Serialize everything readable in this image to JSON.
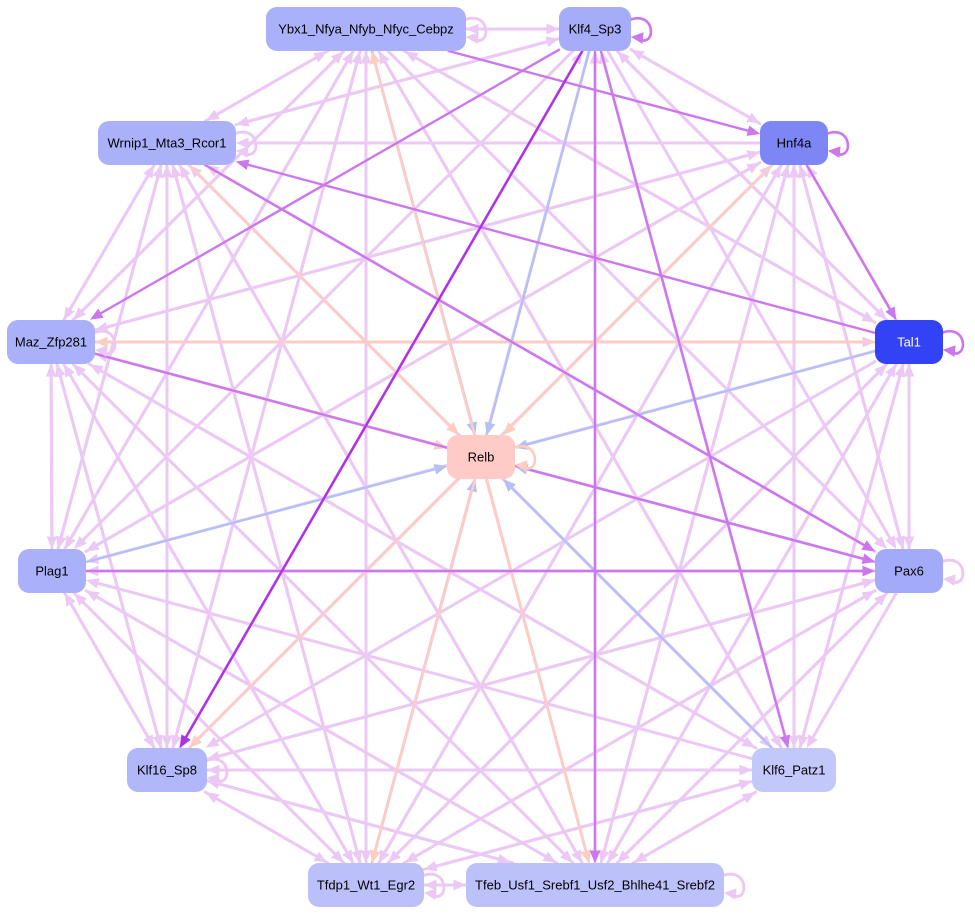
{
  "colors": {
    "background": "#ffffff",
    "edge_default": "#ecc9f5",
    "edge_strong": "#cc77ee",
    "edge_strongest": "#b030e8",
    "edge_blue": "#b4c0f6",
    "edge_salmon": "#ffcdc0"
  },
  "nodes": [
    {
      "id": "ybx1",
      "label": "Ybx1_Nfya_Nfyb_Nfyc_Cebpz",
      "fill": "#aab0f9",
      "text_color": "#000000"
    },
    {
      "id": "klf4",
      "label": "Klf4_Sp3",
      "fill": "#a6acf8",
      "text_color": "#000000"
    },
    {
      "id": "wrnip1",
      "label": "Wrnip1_Mta3_Rcor1",
      "fill": "#abb1f8",
      "text_color": "#000000"
    },
    {
      "id": "hnf4a",
      "label": "Hnf4a",
      "fill": "#7c86f4",
      "text_color": "#000000"
    },
    {
      "id": "maz",
      "label": "Maz_Zfp281",
      "fill": "#aab0f9",
      "text_color": "#000000"
    },
    {
      "id": "tal1",
      "label": "Tal1",
      "fill": "#3242f5",
      "text_color": "#ffffff"
    },
    {
      "id": "relb",
      "label": "Relb",
      "fill": "#ffcbc7",
      "text_color": "#000000"
    },
    {
      "id": "plag1",
      "label": "Plag1",
      "fill": "#aab0f9",
      "text_color": "#000000"
    },
    {
      "id": "pax6",
      "label": "Pax6",
      "fill": "#a3aaf8",
      "text_color": "#000000"
    },
    {
      "id": "klf16",
      "label": "Klf16_Sp8",
      "fill": "#b1b7f9",
      "text_color": "#000000"
    },
    {
      "id": "klf6",
      "label": "Klf6_Patz1",
      "fill": "#c3c8fa",
      "text_color": "#000000"
    },
    {
      "id": "tfdp1",
      "label": "Tfdp1_Wt1_Egr2",
      "fill": "#bbc0fa",
      "text_color": "#000000"
    },
    {
      "id": "tfeb",
      "label": "Tfeb_Usf1_Srebf1_Usf2_Bhlhe41_Srebf2",
      "fill": "#bcc1fa",
      "text_color": "#000000"
    }
  ],
  "edges": [
    {
      "from": "klf4",
      "to": "klf16",
      "color": "edge_strongest"
    },
    {
      "from": "tal1",
      "to": "wrnip1",
      "color": "edge_strong"
    },
    {
      "from": "wrnip1",
      "to": "pax6",
      "color": "edge_strong"
    },
    {
      "from": "maz",
      "to": "pax6",
      "color": "edge_strong"
    },
    {
      "from": "klf4",
      "to": "maz",
      "color": "edge_strong"
    },
    {
      "from": "ybx1",
      "to": "hnf4a",
      "color": "edge_strong"
    },
    {
      "from": "klf4",
      "to": "klf6",
      "color": "edge_strong"
    },
    {
      "from": "plag1",
      "to": "pax6",
      "color": "edge_strong"
    },
    {
      "from": "klf4",
      "to": "tfeb",
      "color": "edge_strong"
    },
    {
      "from": "hnf4a",
      "to": "tal1",
      "color": "edge_strong"
    },
    {
      "from": "klf4",
      "to": "relb",
      "color": "edge_blue"
    },
    {
      "from": "plag1",
      "to": "relb",
      "color": "edge_blue"
    },
    {
      "from": "tal1",
      "to": "relb",
      "color": "edge_blue"
    },
    {
      "from": "klf6",
      "to": "relb",
      "color": "edge_blue"
    },
    {
      "from": "pax6",
      "to": "relb",
      "color": "edge_blue"
    },
    {
      "from": "tfdp1",
      "to": "relb",
      "color": "edge_blue"
    },
    {
      "from": "ybx1",
      "to": "relb",
      "color": "edge_blue"
    },
    {
      "from": "wrnip1",
      "to": "relb",
      "color": "edge_salmon"
    },
    {
      "from": "maz",
      "to": "relb",
      "color": "edge_salmon"
    },
    {
      "from": "hnf4a",
      "to": "relb",
      "color": "edge_salmon"
    },
    {
      "from": "relb",
      "to": "klf16",
      "color": "edge_salmon"
    },
    {
      "from": "relb",
      "to": "tfeb",
      "color": "edge_salmon"
    },
    {
      "from": "relb",
      "to": "tfdp1",
      "color": "edge_salmon"
    },
    {
      "from": "tfeb",
      "to": "ybx1",
      "color": "edge_salmon"
    },
    {
      "from": "tal1",
      "to": "maz",
      "color": "edge_salmon"
    },
    {
      "from": "ybx1",
      "to": "wrnip1",
      "color": "edge_default"
    },
    {
      "from": "ybx1",
      "to": "maz",
      "color": "edge_default"
    },
    {
      "from": "ybx1",
      "to": "plag1",
      "color": "edge_default"
    },
    {
      "from": "ybx1",
      "to": "klf16",
      "color": "edge_default"
    },
    {
      "from": "ybx1",
      "to": "tfdp1",
      "color": "edge_default"
    },
    {
      "from": "ybx1",
      "to": "tfeb",
      "color": "edge_default"
    },
    {
      "from": "ybx1",
      "to": "klf6",
      "color": "edge_default"
    },
    {
      "from": "ybx1",
      "to": "pax6",
      "color": "edge_default"
    },
    {
      "from": "ybx1",
      "to": "tal1",
      "color": "edge_default"
    },
    {
      "from": "ybx1",
      "to": "klf4",
      "color": "edge_default"
    },
    {
      "from": "klf4",
      "to": "ybx1",
      "color": "edge_default"
    },
    {
      "from": "klf4",
      "to": "wrnip1",
      "color": "edge_default"
    },
    {
      "from": "klf4",
      "to": "hnf4a",
      "color": "edge_default"
    },
    {
      "from": "klf4",
      "to": "tal1",
      "color": "edge_default"
    },
    {
      "from": "klf4",
      "to": "plag1",
      "color": "edge_default"
    },
    {
      "from": "klf4",
      "to": "pax6",
      "color": "edge_default"
    },
    {
      "from": "klf4",
      "to": "tfdp1",
      "color": "edge_default"
    },
    {
      "from": "wrnip1",
      "to": "ybx1",
      "color": "edge_default"
    },
    {
      "from": "wrnip1",
      "to": "klf4",
      "color": "edge_default"
    },
    {
      "from": "wrnip1",
      "to": "maz",
      "color": "edge_default"
    },
    {
      "from": "wrnip1",
      "to": "plag1",
      "color": "edge_default"
    },
    {
      "from": "wrnip1",
      "to": "klf16",
      "color": "edge_default"
    },
    {
      "from": "wrnip1",
      "to": "tfdp1",
      "color": "edge_default"
    },
    {
      "from": "wrnip1",
      "to": "tfeb",
      "color": "edge_default"
    },
    {
      "from": "wrnip1",
      "to": "klf6",
      "color": "edge_default"
    },
    {
      "from": "hnf4a",
      "to": "wrnip1",
      "color": "edge_default"
    },
    {
      "from": "hnf4a",
      "to": "maz",
      "color": "edge_default"
    },
    {
      "from": "hnf4a",
      "to": "plag1",
      "color": "edge_default"
    },
    {
      "from": "hnf4a",
      "to": "klf16",
      "color": "edge_default"
    },
    {
      "from": "hnf4a",
      "to": "tfdp1",
      "color": "edge_default"
    },
    {
      "from": "hnf4a",
      "to": "tfeb",
      "color": "edge_default"
    },
    {
      "from": "hnf4a",
      "to": "klf6",
      "color": "edge_default"
    },
    {
      "from": "hnf4a",
      "to": "pax6",
      "color": "edge_default"
    },
    {
      "from": "hnf4a",
      "to": "klf4",
      "color": "edge_default"
    },
    {
      "from": "maz",
      "to": "ybx1",
      "color": "edge_default"
    },
    {
      "from": "maz",
      "to": "wrnip1",
      "color": "edge_default"
    },
    {
      "from": "maz",
      "to": "tal1",
      "color": "edge_default"
    },
    {
      "from": "maz",
      "to": "plag1",
      "color": "edge_default"
    },
    {
      "from": "maz",
      "to": "klf16",
      "color": "edge_default"
    },
    {
      "from": "maz",
      "to": "tfdp1",
      "color": "edge_default"
    },
    {
      "from": "maz",
      "to": "tfeb",
      "color": "edge_default"
    },
    {
      "from": "maz",
      "to": "klf6",
      "color": "edge_default"
    },
    {
      "from": "maz",
      "to": "hnf4a",
      "color": "edge_default"
    },
    {
      "from": "tal1",
      "to": "ybx1",
      "color": "edge_default"
    },
    {
      "from": "tal1",
      "to": "klf4",
      "color": "edge_default"
    },
    {
      "from": "tal1",
      "to": "hnf4a",
      "color": "edge_default"
    },
    {
      "from": "tal1",
      "to": "plag1",
      "color": "edge_default"
    },
    {
      "from": "tal1",
      "to": "klf16",
      "color": "edge_default"
    },
    {
      "from": "tal1",
      "to": "tfdp1",
      "color": "edge_default"
    },
    {
      "from": "tal1",
      "to": "tfeb",
      "color": "edge_default"
    },
    {
      "from": "tal1",
      "to": "klf6",
      "color": "edge_default"
    },
    {
      "from": "tal1",
      "to": "pax6",
      "color": "edge_default"
    },
    {
      "from": "plag1",
      "to": "ybx1",
      "color": "edge_default"
    },
    {
      "from": "plag1",
      "to": "wrnip1",
      "color": "edge_default"
    },
    {
      "from": "plag1",
      "to": "maz",
      "color": "edge_default"
    },
    {
      "from": "plag1",
      "to": "klf16",
      "color": "edge_default"
    },
    {
      "from": "plag1",
      "to": "tfdp1",
      "color": "edge_default"
    },
    {
      "from": "plag1",
      "to": "tfeb",
      "color": "edge_default"
    },
    {
      "from": "plag1",
      "to": "hnf4a",
      "color": "edge_default"
    },
    {
      "from": "pax6",
      "to": "wrnip1",
      "color": "edge_default"
    },
    {
      "from": "pax6",
      "to": "maz",
      "color": "edge_default"
    },
    {
      "from": "pax6",
      "to": "plag1",
      "color": "edge_default"
    },
    {
      "from": "pax6",
      "to": "klf16",
      "color": "edge_default"
    },
    {
      "from": "pax6",
      "to": "tfdp1",
      "color": "edge_default"
    },
    {
      "from": "pax6",
      "to": "tfeb",
      "color": "edge_default"
    },
    {
      "from": "pax6",
      "to": "klf6",
      "color": "edge_default"
    },
    {
      "from": "pax6",
      "to": "hnf4a",
      "color": "edge_default"
    },
    {
      "from": "pax6",
      "to": "tal1",
      "color": "edge_default"
    },
    {
      "from": "klf16",
      "to": "ybx1",
      "color": "edge_default"
    },
    {
      "from": "klf16",
      "to": "wrnip1",
      "color": "edge_default"
    },
    {
      "from": "klf16",
      "to": "maz",
      "color": "edge_default"
    },
    {
      "from": "klf16",
      "to": "plag1",
      "color": "edge_default"
    },
    {
      "from": "klf16",
      "to": "tfdp1",
      "color": "edge_default"
    },
    {
      "from": "klf16",
      "to": "tfeb",
      "color": "edge_default"
    },
    {
      "from": "klf16",
      "to": "klf6",
      "color": "edge_default"
    },
    {
      "from": "klf16",
      "to": "pax6",
      "color": "edge_default"
    },
    {
      "from": "klf16",
      "to": "hnf4a",
      "color": "edge_default"
    },
    {
      "from": "klf16",
      "to": "klf4",
      "color": "edge_default"
    },
    {
      "from": "klf6",
      "to": "ybx1",
      "color": "edge_default"
    },
    {
      "from": "klf6",
      "to": "wrnip1",
      "color": "edge_default"
    },
    {
      "from": "klf6",
      "to": "maz",
      "color": "edge_default"
    },
    {
      "from": "klf6",
      "to": "plag1",
      "color": "edge_default"
    },
    {
      "from": "klf6",
      "to": "klf16",
      "color": "edge_default"
    },
    {
      "from": "klf6",
      "to": "tfdp1",
      "color": "edge_default"
    },
    {
      "from": "klf6",
      "to": "tfeb",
      "color": "edge_default"
    },
    {
      "from": "klf6",
      "to": "hnf4a",
      "color": "edge_default"
    },
    {
      "from": "klf6",
      "to": "tal1",
      "color": "edge_default"
    },
    {
      "from": "klf6",
      "to": "klf4",
      "color": "edge_default"
    },
    {
      "from": "tfdp1",
      "to": "ybx1",
      "color": "edge_default"
    },
    {
      "from": "tfdp1",
      "to": "wrnip1",
      "color": "edge_default"
    },
    {
      "from": "tfdp1",
      "to": "maz",
      "color": "edge_default"
    },
    {
      "from": "tfdp1",
      "to": "plag1",
      "color": "edge_default"
    },
    {
      "from": "tfdp1",
      "to": "klf16",
      "color": "edge_default"
    },
    {
      "from": "tfdp1",
      "to": "tfeb",
      "color": "edge_default"
    },
    {
      "from": "tfdp1",
      "to": "klf6",
      "color": "edge_default"
    },
    {
      "from": "tfdp1",
      "to": "pax6",
      "color": "edge_default"
    },
    {
      "from": "tfdp1",
      "to": "hnf4a",
      "color": "edge_default"
    },
    {
      "from": "tfdp1",
      "to": "tal1",
      "color": "edge_default"
    },
    {
      "from": "tfeb",
      "to": "wrnip1",
      "color": "edge_default"
    },
    {
      "from": "tfeb",
      "to": "maz",
      "color": "edge_default"
    },
    {
      "from": "tfeb",
      "to": "plag1",
      "color": "edge_default"
    },
    {
      "from": "tfeb",
      "to": "klf16",
      "color": "edge_default"
    },
    {
      "from": "tfeb",
      "to": "tfdp1",
      "color": "edge_default"
    },
    {
      "from": "tfeb",
      "to": "klf6",
      "color": "edge_default"
    },
    {
      "from": "tfeb",
      "to": "pax6",
      "color": "edge_default"
    },
    {
      "from": "tfeb",
      "to": "hnf4a",
      "color": "edge_default"
    },
    {
      "from": "tfeb",
      "to": "tal1",
      "color": "edge_default"
    },
    {
      "from": "tfeb",
      "to": "klf4",
      "color": "edge_default"
    }
  ],
  "self_loops": [
    {
      "node": "ybx1",
      "color": "edge_default"
    },
    {
      "node": "klf4",
      "color": "edge_strong"
    },
    {
      "node": "wrnip1",
      "color": "edge_default"
    },
    {
      "node": "hnf4a",
      "color": "edge_strong"
    },
    {
      "node": "maz",
      "color": "edge_default"
    },
    {
      "node": "tal1",
      "color": "edge_strong"
    },
    {
      "node": "relb",
      "color": "edge_salmon"
    },
    {
      "node": "pax6",
      "color": "edge_default"
    },
    {
      "node": "klf16",
      "color": "edge_default"
    },
    {
      "node": "tfdp1",
      "color": "edge_default"
    },
    {
      "node": "tfeb",
      "color": "edge_default"
    }
  ]
}
